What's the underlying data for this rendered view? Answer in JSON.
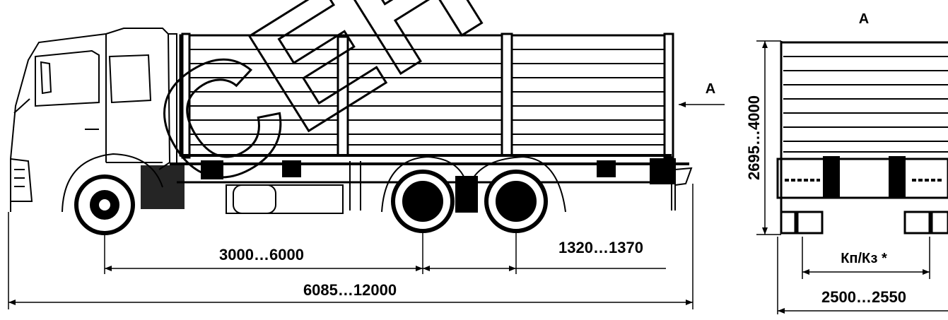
{
  "view_label": "A",
  "arrow_label": "A",
  "watermark": "СЕН",
  "dimensions": {
    "wheelbase": "3000…6000",
    "rear_overhang": "1320…1370",
    "overall_length": "6085…12000",
    "height": "2695…4000",
    "track": "Кп/Кз *",
    "overall_width": "2500…2550"
  }
}
